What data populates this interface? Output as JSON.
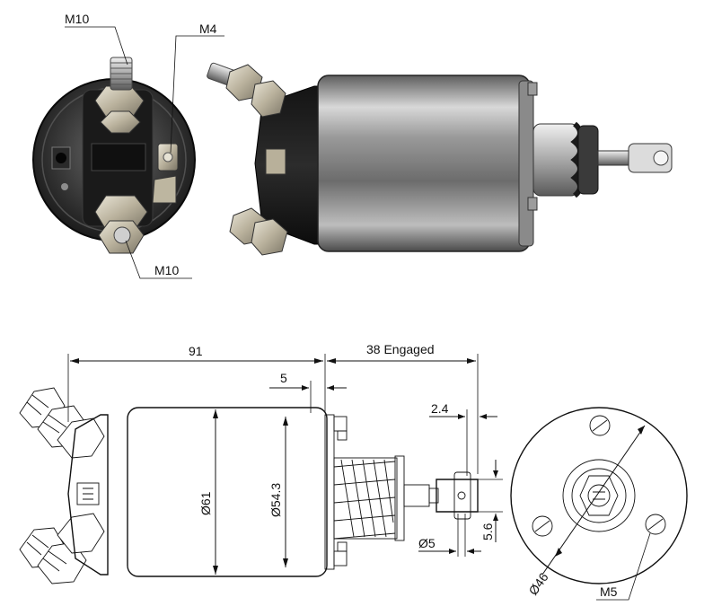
{
  "photo_labels": {
    "m10_top": "M10",
    "m4": "M4",
    "m10_bottom": "M10"
  },
  "dimensions": {
    "length": "91",
    "travel": "38 Engaged",
    "offset": "5",
    "body_dia": "Ø61",
    "inner_dia": "Ø54.3",
    "gap": "2.4",
    "pin_dia": "Ø5",
    "slot": "5.6",
    "bolt_circle": "Ø46",
    "screw": "M5"
  }
}
